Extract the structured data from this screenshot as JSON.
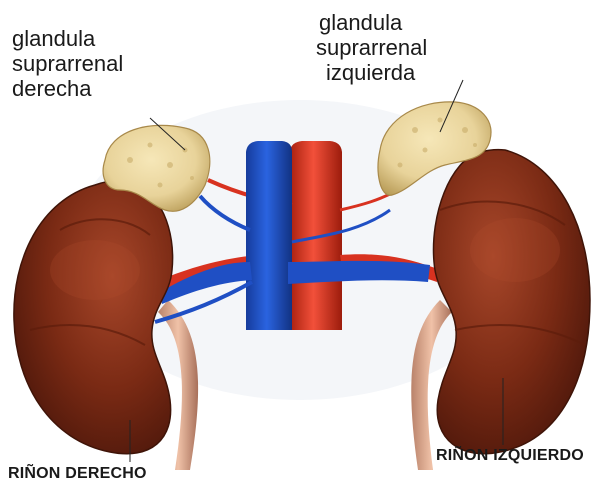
{
  "labels": {
    "right_adrenal": [
      "glandula",
      "suprarrenal",
      "derecha"
    ],
    "left_adrenal": [
      "glandula",
      "suprarrenal",
      "izquierda"
    ],
    "right_kidney": "RIÑON DERECHO",
    "left_kidney": "RIÑON IZQUIERDO"
  },
  "colors": {
    "kidney": "#7a2a14",
    "kidney_highlight": "#9c3a1e",
    "kidney_shadow": "#4a160a",
    "adrenal": "#e8d39a",
    "vena_cava": "#1f4fc4",
    "aorta": "#e0341e",
    "ureter": "#d9a48a",
    "label_text": "#1a1a1a"
  },
  "icons": {
    "right_kidney": "kidney-illustration",
    "left_kidney": "kidney-illustration",
    "right_adrenal": "adrenal-gland-illustration",
    "left_adrenal": "adrenal-gland-illustration",
    "vena_cava": "vein-illustration",
    "aorta": "artery-illustration"
  }
}
